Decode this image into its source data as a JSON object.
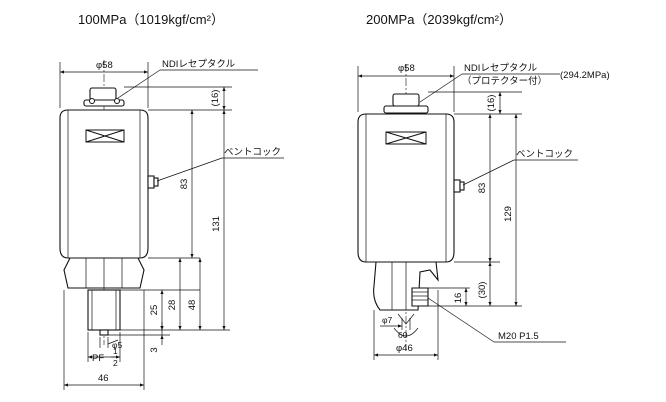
{
  "left": {
    "title": "100MPa（1019kgf/cm²）",
    "receptacle": "NDIレセプタクル",
    "vent_cock": "ベントコック",
    "phi58": "φ58",
    "dim16": "(16)",
    "dim83": "83",
    "dim131": "131",
    "dim25": "25",
    "dim28": "28",
    "dim48": "48",
    "dim3": "3",
    "phi5": "φ5",
    "pf": "PF",
    "pf_frac_top": "1",
    "pf_frac_bot": "2",
    "dim46": "46"
  },
  "right": {
    "title": "200MPa（2039kgf/cm²）",
    "receptacle": "NDIレセプタクル",
    "protector": "（プロテクター付）",
    "pressure": "(294.2MPa)",
    "vent_cock": "ベントコック",
    "phi58": "φ58",
    "dim16": "(16)",
    "dim83": "83",
    "dim129": "129",
    "dim30": "(30)",
    "dim16b": "16",
    "phi7": "φ7",
    "dim60": "60",
    "phi46": "φ46",
    "thread": "M20 P1.5"
  }
}
